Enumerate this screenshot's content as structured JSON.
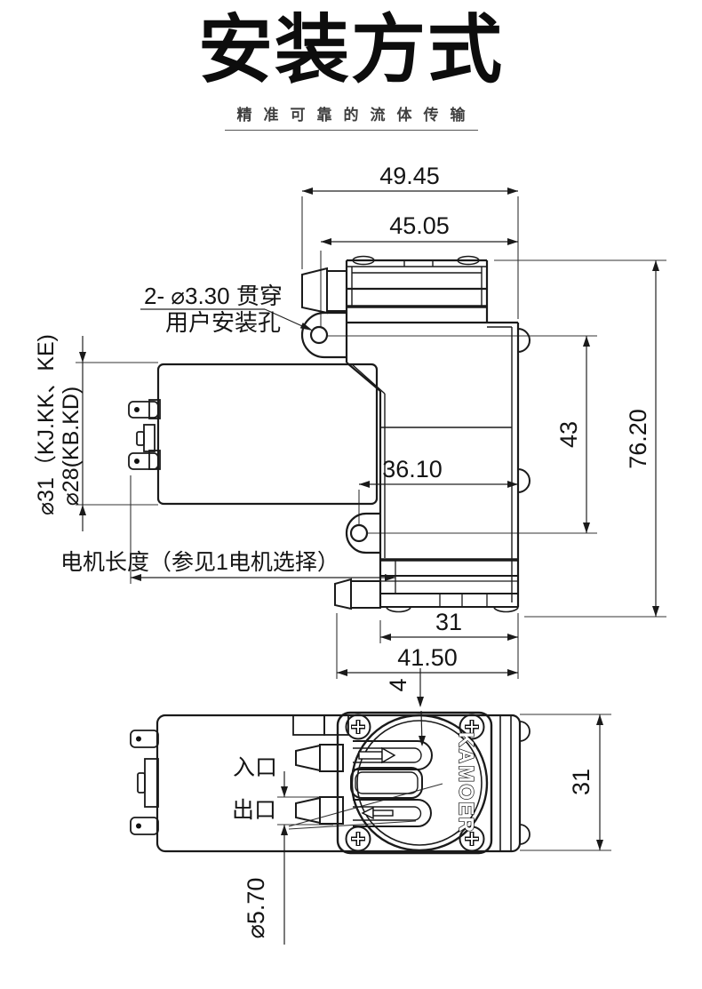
{
  "header": {
    "title": "安装方式",
    "subtitle": "精准可靠的流体传输"
  },
  "side_view": {
    "dim_top_width": "49.45",
    "dim_head_width": "45.05",
    "dim_hole_span": "36.10",
    "dim_hole_height": "43",
    "dim_total_height": "76.20",
    "dim_base_width": "31",
    "dim_total_width": "41.50",
    "dim_port_offset": "4",
    "label_hole_line1": "2- ⌀3.30 贯穿",
    "label_hole_line2": "用户安装孔",
    "label_motor_dia_a": "⌀31（KJ.KK、KE)",
    "label_motor_dia_b": "⌀28(KB.KD)",
    "label_motor_length": "电机长度（参见1电机选择）"
  },
  "bottom_view": {
    "dim_body_height": "31",
    "dim_port_diameter": "⌀5.70",
    "label_inlet": "入口",
    "label_outlet": "出口",
    "logo": "KAMOER"
  },
  "colors": {
    "line": "#1a1a1a",
    "text": "#141414"
  }
}
